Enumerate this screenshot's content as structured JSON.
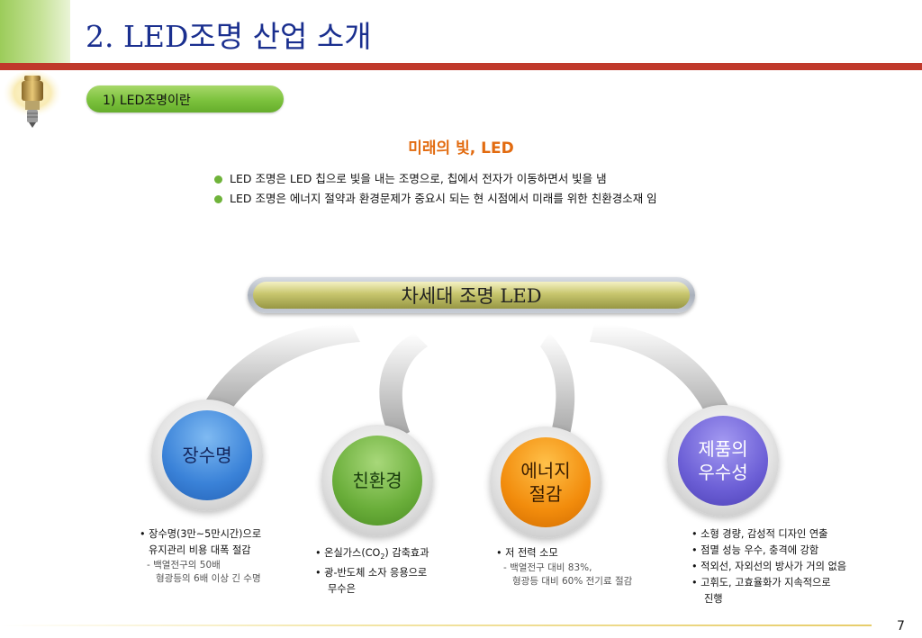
{
  "header": {
    "title": "2. LED조명 산업 소개"
  },
  "section": {
    "label": "1) LED조명이란"
  },
  "subtitle": "미래의 빛, LED",
  "intro_bullets": [
    "LED 조명은 LED 칩으로 빛을 내는 조명으로, 칩에서 전자가 이동하면서 빛을 냄",
    "LED 조명은 에너지 절약과 환경문제가 중요시 되는 현 시점에서 미래를 위한 친환경소재 임"
  ],
  "banner": {
    "label": "차세대 조명 LED"
  },
  "features": [
    {
      "name": "장수명",
      "lines": [
        "• 장수명(3만~5만시간)으로",
        "유지관리 비용 대폭 절감"
      ],
      "sub": [
        "- 백열전구의 50배",
        "형광등의 6배 이상 긴 수명"
      ]
    },
    {
      "name": "친환경",
      "line1_pre": "• 온실가스(CO",
      "line1_sub": "2",
      "line1_post": ") 감축효과",
      "lines": [
        "• 광-반도체 소자 응용으로",
        "무수은"
      ]
    },
    {
      "name_line1": "에너지",
      "name_line2": "절감",
      "lines": [
        "• 저 전력 소모"
      ],
      "sub": [
        "- 백열전구 대비 83%,",
        "형광등 대비 60% 전기료 절감"
      ]
    },
    {
      "name_line1": "제품의",
      "name_line2": "우수성",
      "lines": [
        "• 소형 경량, 감성적 디자인 연출",
        "• 점멸 성능 우수, 충격에 강함",
        "• 적외선, 자외선의 방사가 거의 없음",
        "• 고휘도, 고효율화가 지속적으로",
        "진행"
      ]
    }
  ],
  "page_number": "7",
  "colors": {
    "title": "#1a2f8f",
    "red_bar": "#c0392b",
    "accent": "#e26b10",
    "bullet": "#6fb33a"
  }
}
